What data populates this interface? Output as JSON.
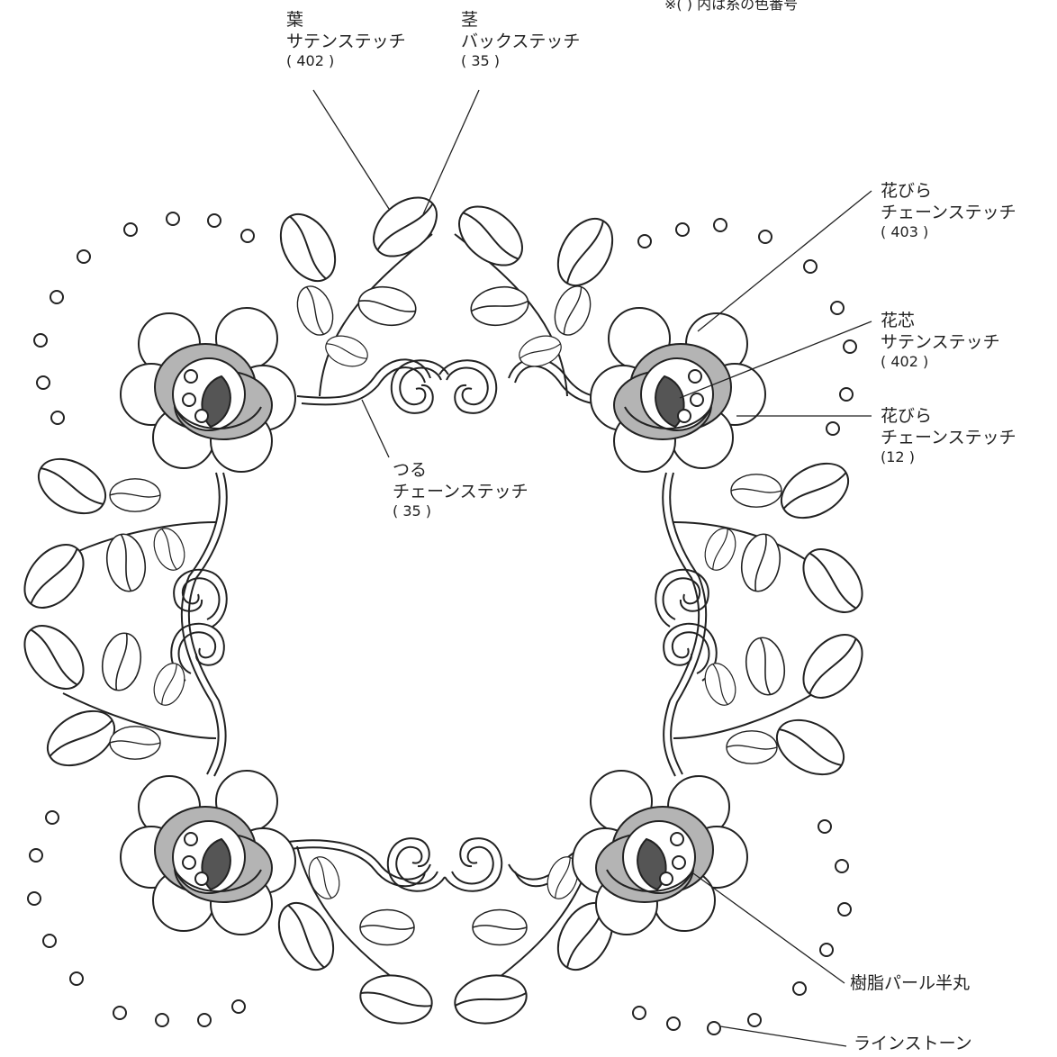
{
  "note": "※( ) 内は糸の色番号",
  "labels": {
    "leaf": {
      "name": "葉",
      "stitch": "サテンステッチ",
      "code": "( 402 )"
    },
    "stem": {
      "name": "茎",
      "stitch": "バックステッチ",
      "code": "( 35 )"
    },
    "petal1": {
      "name": "花びら",
      "stitch": "チェーンステッチ",
      "code": "( 403 )"
    },
    "center": {
      "name": "花芯",
      "stitch": "サテンステッチ",
      "code": "( 402 )"
    },
    "petal2": {
      "name": "花びら",
      "stitch": "チェーンステッチ",
      "code": "(12 )"
    },
    "vine": {
      "name": "つる",
      "stitch": "チェーンステッチ",
      "code": "( 35 )"
    },
    "pearl": {
      "name": "樹脂パール半丸"
    },
    "rhinestone": {
      "name": "ラインストーン"
    }
  },
  "colors": {
    "outline": "#222222",
    "petal_gray": "#b4b4b4",
    "center_dark": "#555555",
    "fill_white": "#ffffff"
  }
}
